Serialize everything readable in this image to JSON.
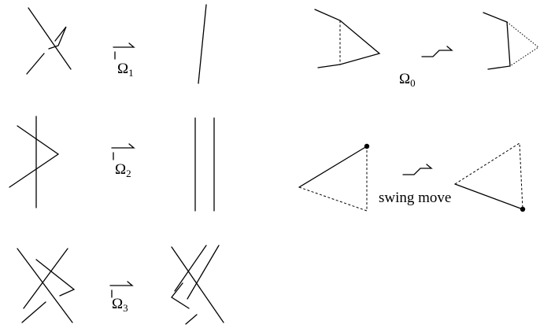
{
  "moves": [
    {
      "symbol": "Ω",
      "subscript": "1"
    },
    {
      "symbol": "Ω",
      "subscript": "2"
    },
    {
      "symbol": "Ω",
      "subscript": "3"
    },
    {
      "symbol": "Ω",
      "subscript": "0"
    }
  ],
  "swing_label": "swing move"
}
